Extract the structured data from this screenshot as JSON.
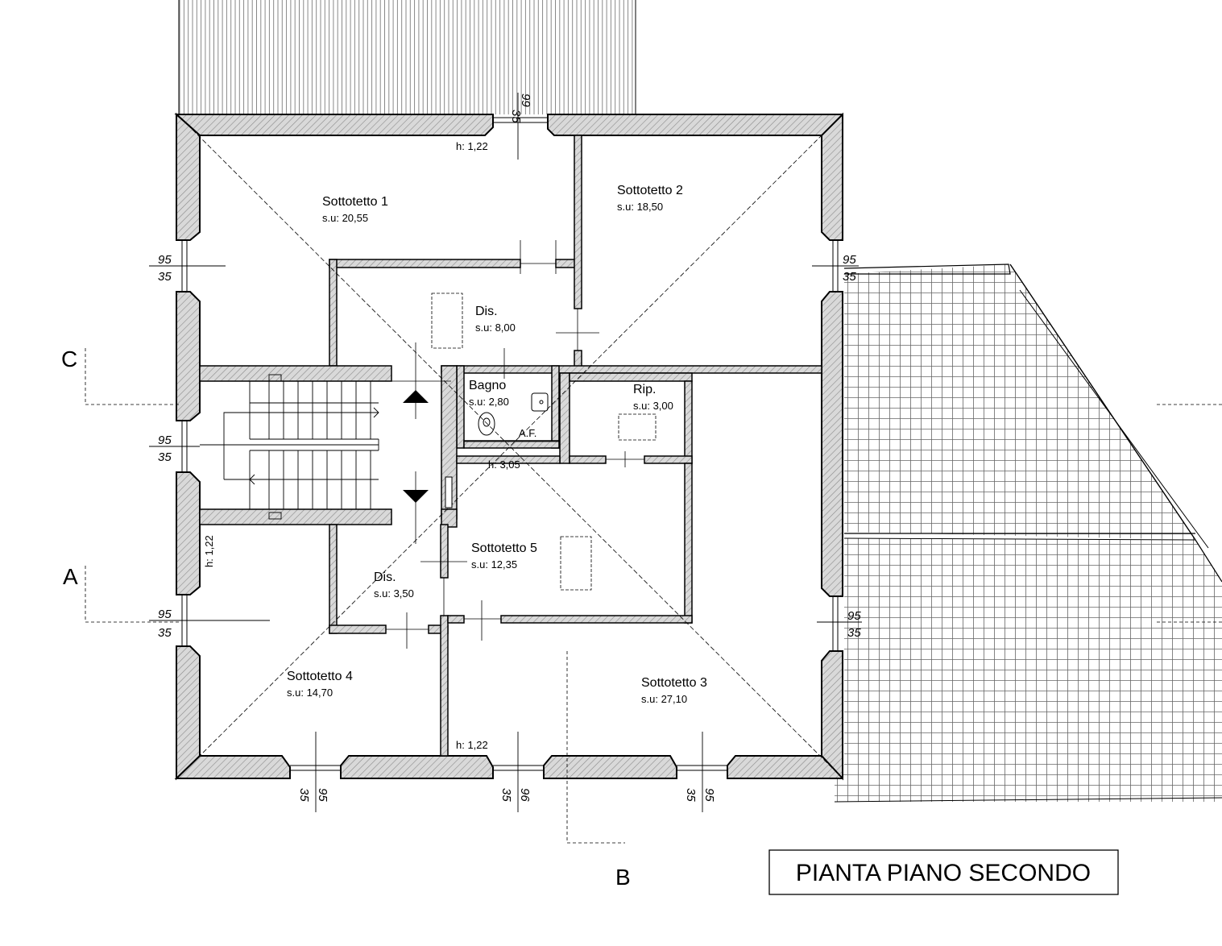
{
  "title": "PIANTA PIANO SECONDO",
  "rooms": [
    {
      "name": "Sottotetto 1",
      "area": "s.u: 20,55"
    },
    {
      "name": "Sottotetto 2",
      "area": "s.u: 18,50"
    },
    {
      "name": "Dis.",
      "area": "s.u: 8,00"
    },
    {
      "name": "Bagno",
      "area": "s.u: 2,80"
    },
    {
      "name": "Rip.",
      "area": "s.u: 3,00"
    },
    {
      "name": "Sottotetto 5",
      "area": "s.u: 12,35"
    },
    {
      "name": "Dis.",
      "area": "s.u: 3,50"
    },
    {
      "name": "Sottotetto 4",
      "area": "s.u: 14,70"
    },
    {
      "name": "Sottotetto 3",
      "area": "s.u: 27,10"
    }
  ],
  "heights": {
    "top": "h: 1,22",
    "center": "h: 3,05",
    "bottom": "h: 1,22",
    "left": "h: 1,22"
  },
  "fixture_label": "A.F.",
  "window_dims": {
    "top": [
      "35",
      "99"
    ],
    "left_upper": [
      "95",
      "35"
    ],
    "left_middle": [
      "95",
      "35"
    ],
    "left_lower": [
      "95",
      "35"
    ],
    "right_upper": [
      "95",
      "35"
    ],
    "right_lower": [
      "95",
      "35"
    ],
    "bottom_left": [
      "35",
      "95"
    ],
    "bottom_middle": [
      "35",
      "96"
    ],
    "bottom_right": [
      "35",
      "95"
    ]
  },
  "sections": {
    "c": "C",
    "a": "A",
    "b": "B"
  }
}
